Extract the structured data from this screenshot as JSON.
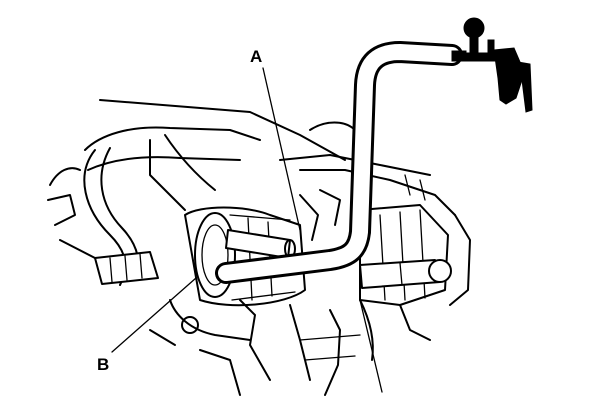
{
  "diagram": {
    "callouts": [
      {
        "id": "A",
        "label": "A"
      },
      {
        "id": "B",
        "label": "B"
      }
    ],
    "style": {
      "line_color": "#000000",
      "background": "#ffffff"
    },
    "icons": [
      "vacuum-gauge-icon",
      "hose-icon",
      "engine-assembly-icon"
    ]
  }
}
